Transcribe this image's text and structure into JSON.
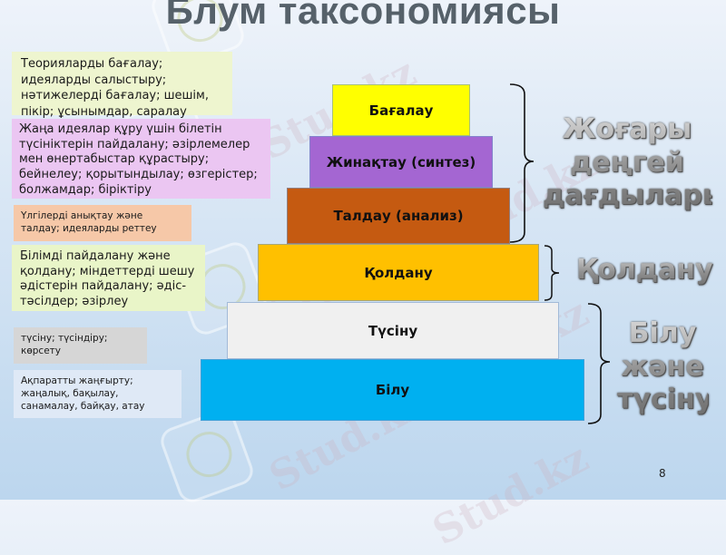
{
  "slide": {
    "title": "Блум таксономиясы",
    "page_number": "8",
    "watermark_text": "Stud.kz"
  },
  "descriptions": [
    {
      "text": "Теорияларды бағалау; идеяларды салыстыру; нәтижелерді бағалау; шешім, пікір; ұсынымдар, саралау",
      "color": "#eef5cf"
    },
    {
      "text": "Жаңа идеялар құру үшін білетін түсініктерін пайдалану; әзірлемелер мен өнертабыстар құрастыру; бейнелеу; қорытындылау; өзгерістер; болжамдар; біріктіру",
      "color": "#ebc6f2"
    },
    {
      "text": "Үлгілерді анықтау және талдау; идеяларды реттеу",
      "color": "#f6c8a8"
    },
    {
      "text": "Білімді пайдалану және қолдану; міндеттерді шешу әдістерін пайдалану; әдіс-тәсілдер; әзірлеу",
      "color": "#e9f5c8"
    },
    {
      "text": "түсіну; түсіндіру; көрсету",
      "color": "#d6d6d6"
    },
    {
      "text": "Ақпаратты жаңғырту; жаңалық, бақылау, санамалау, байқау, атау",
      "color": "#dfe9f6"
    }
  ],
  "pyramid": [
    {
      "label": "Бағалау",
      "color": "#ffff00"
    },
    {
      "label": "Жинақтау (синтез)",
      "color": "#a466d2"
    },
    {
      "label": "Талдау (анализ)",
      "color": "#c55a11"
    },
    {
      "label": "Қолдану",
      "color": "#ffc000"
    },
    {
      "label": "Түсіну",
      "color": "#f0f0f0"
    },
    {
      "label": "Білу",
      "color": "#00b0f0"
    }
  ],
  "groups": [
    {
      "label": "Жоғары деңгей дағдылары"
    },
    {
      "label": "Қолдану"
    },
    {
      "label": "Білу және түсіну"
    }
  ]
}
